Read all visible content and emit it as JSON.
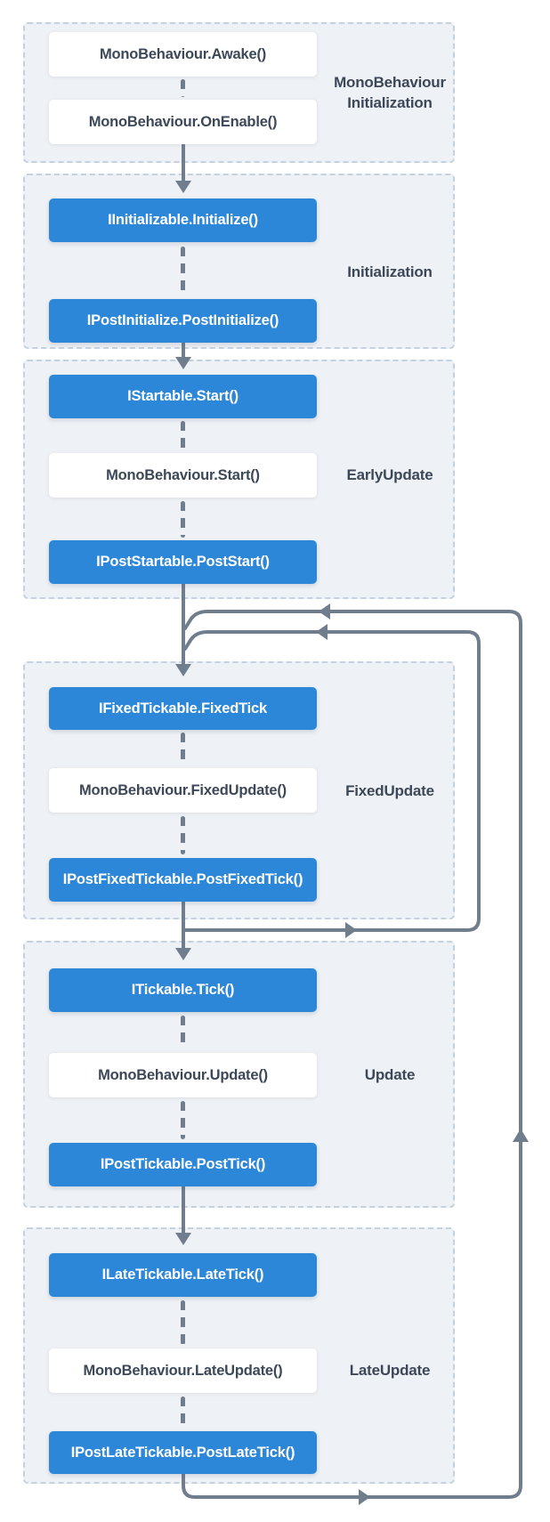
{
  "colors": {
    "accent_blue": "#2d87d8",
    "panel_background": "#eef1f5",
    "panel_dashed_border": "#c4d2df",
    "arrow_gray": "#6f7d8d",
    "text_dark": "#3c4858",
    "step_white_background": "#ffffff"
  },
  "diagram": {
    "groups": [
      {
        "id": "monobehaviour-initialization",
        "label": "MonoBehaviour Initialization",
        "label_lines": [
          "MonoBehaviour",
          "Initialization"
        ],
        "boxes": [
          {
            "text": "MonoBehaviour.Awake()",
            "style": "white"
          },
          {
            "text": "MonoBehaviour.OnEnable()",
            "style": "white"
          }
        ]
      },
      {
        "id": "initialization",
        "label": "Initialization",
        "boxes": [
          {
            "text": "IInitializable.Initialize()",
            "style": "blue"
          },
          {
            "text": "IPostInitialize.PostInitialize()",
            "style": "blue"
          }
        ]
      },
      {
        "id": "early-update",
        "label": "EarlyUpdate",
        "boxes": [
          {
            "text": "IStartable.Start()",
            "style": "blue"
          },
          {
            "text": "MonoBehaviour.Start()",
            "style": "white"
          },
          {
            "text": "IPostStartable.PostStart()",
            "style": "blue"
          }
        ]
      },
      {
        "id": "fixed-update",
        "label": "FixedUpdate",
        "boxes": [
          {
            "text": "IFixedTickable.FixedTick",
            "style": "blue"
          },
          {
            "text": "MonoBehaviour.FixedUpdate()",
            "style": "white"
          },
          {
            "text": "IPostFixedTickable.PostFixedTick()",
            "style": "blue"
          }
        ]
      },
      {
        "id": "update",
        "label": "Update",
        "boxes": [
          {
            "text": "ITickable.Tick()",
            "style": "blue"
          },
          {
            "text": "MonoBehaviour.Update()",
            "style": "white"
          },
          {
            "text": "IPostTickable.PostTick()",
            "style": "blue"
          }
        ]
      },
      {
        "id": "late-update",
        "label": "LateUpdate",
        "boxes": [
          {
            "text": "ILateTickable.LateTick()",
            "style": "blue"
          },
          {
            "text": "MonoBehaviour.LateUpdate()",
            "style": "white"
          },
          {
            "text": "IPostLateTickable.PostLateTick()",
            "style": "blue"
          }
        ]
      }
    ]
  }
}
